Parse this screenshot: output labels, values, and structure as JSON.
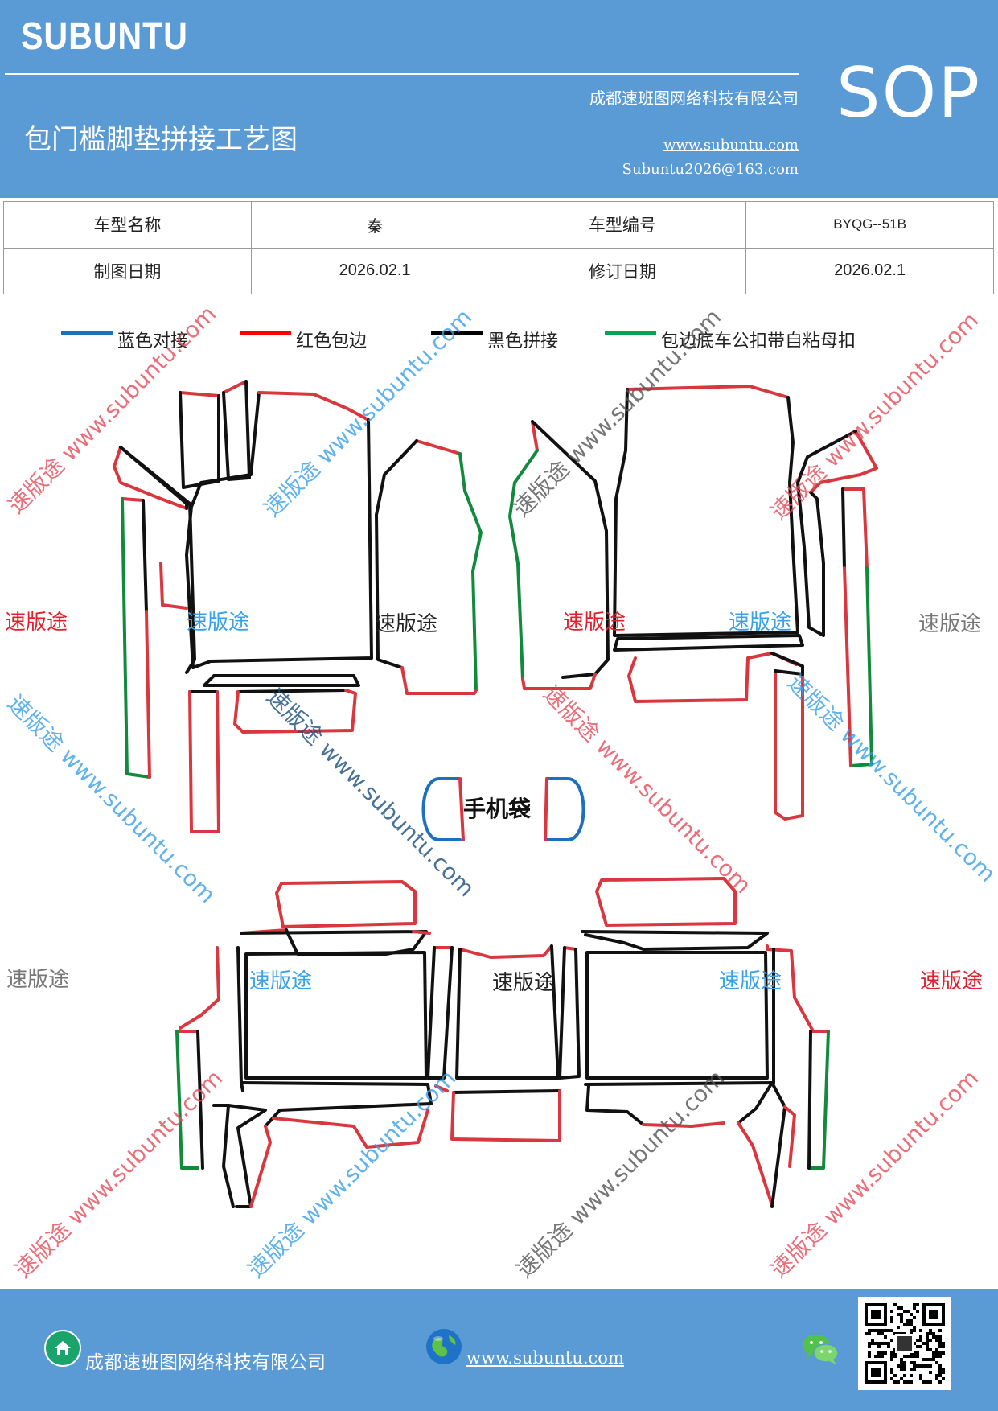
{
  "header": {
    "brand": "SUBUNTU",
    "doc_code": "SOP",
    "company": "成都速班图网络科技有限公司",
    "title": "包门槛脚垫拼接工艺图",
    "url": "www.subuntu.com",
    "email": "Subuntu2026@163.com"
  },
  "info_table": {
    "rows": [
      [
        "车型名称",
        "秦",
        "车型编号",
        "BYQG--51B"
      ],
      [
        "制图日期",
        "2026.02.1",
        "修订日期",
        "2026.02.1"
      ]
    ]
  },
  "legend": [
    {
      "label": "蓝色对接",
      "color": "#1f6fc1"
    },
    {
      "label": "红色包边",
      "color": "#ff0000"
    },
    {
      "label": "黑色拼接",
      "color": "#000000"
    },
    {
      "label": "包边底车公扣带自粘母扣",
      "color": "#00a651"
    }
  ],
  "diagram": {
    "pocket_label": "手机袋",
    "watermark_text": "速版途",
    "watermark_diag": "速版途 www.subuntu.com",
    "colors": {
      "edge_red": "#d9363e",
      "edge_black": "#111111",
      "edge_green": "#118a3c",
      "edge_blue": "#1f6fc1"
    }
  },
  "footer": {
    "company": "成都速班图网络科技有限公司",
    "url": "www.subuntu.com"
  }
}
